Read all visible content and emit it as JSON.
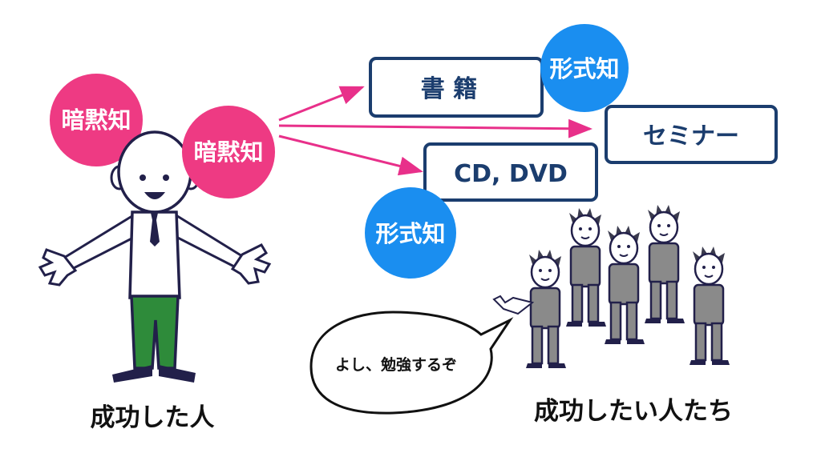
{
  "diagram": {
    "tacit_label": "暗黙知",
    "explicit_label": "形式知",
    "media": {
      "books": "書 籍",
      "seminar": "セミナー",
      "cd_dvd": "CD, DVD"
    },
    "speech_bubble": "よし、勉強するぞ",
    "successful_person_caption": "成功した人",
    "aspiring_people_caption": "成功したい人たち",
    "colors": {
      "tacit": "#ee3a83",
      "explicit": "#1a8ef0",
      "arrow": "#e8308a",
      "box_border": "#1b3d6e",
      "box_text": "#1b3d6e",
      "pants": "#2e8b3a",
      "figure_outline": "#22204a",
      "crowd_fill": "#8a8a8a"
    }
  }
}
